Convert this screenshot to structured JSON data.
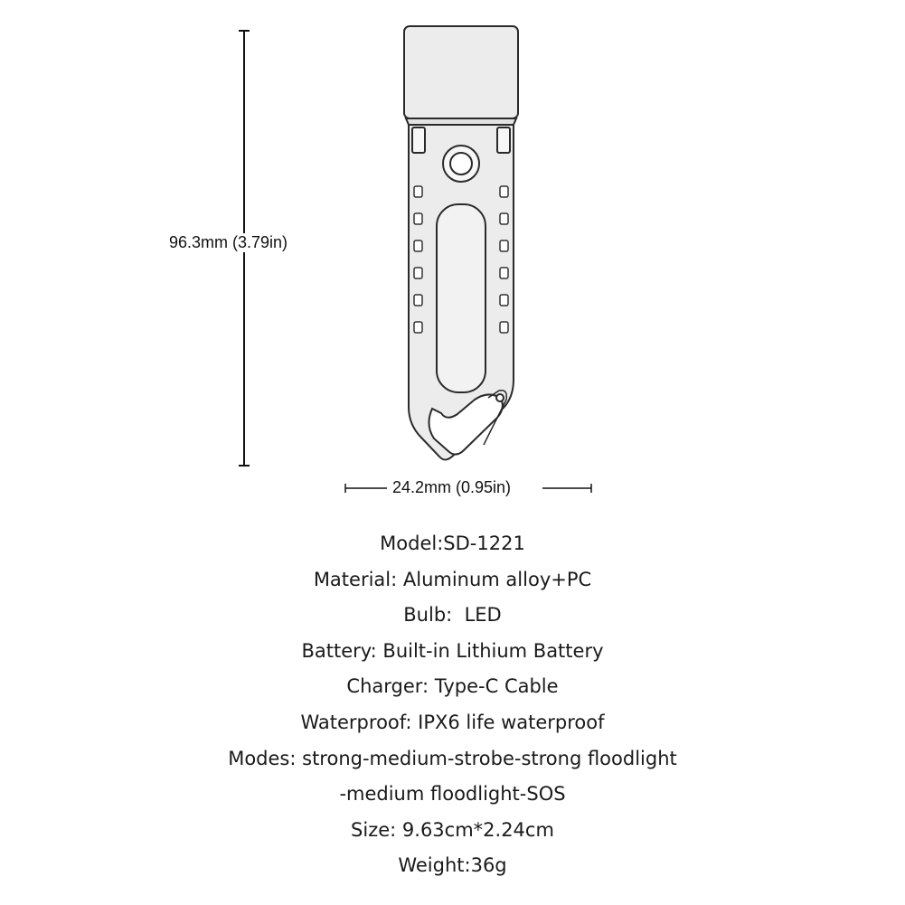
{
  "dimensions": {
    "height_label": "96.3mm (3.79in)",
    "width_label": "24.2mm (0.95in)"
  },
  "specs": [
    "Model:SD-1221",
    "Material: Aluminum alloy+PC",
    "Bulb:  LED",
    "Battery: Built-in Lithium Battery",
    "Charger: Type-C Cable",
    "Waterproof: IPX6 life waterproof",
    "Modes: strong-medium-strobe-strong floodlight",
    "-medium floodlight-SOS",
    "Size: 9.63cm*2.24cm",
    "Weight:36g"
  ],
  "colors": {
    "line": "#111111",
    "body": "#ececec",
    "background": "#ffffff"
  }
}
